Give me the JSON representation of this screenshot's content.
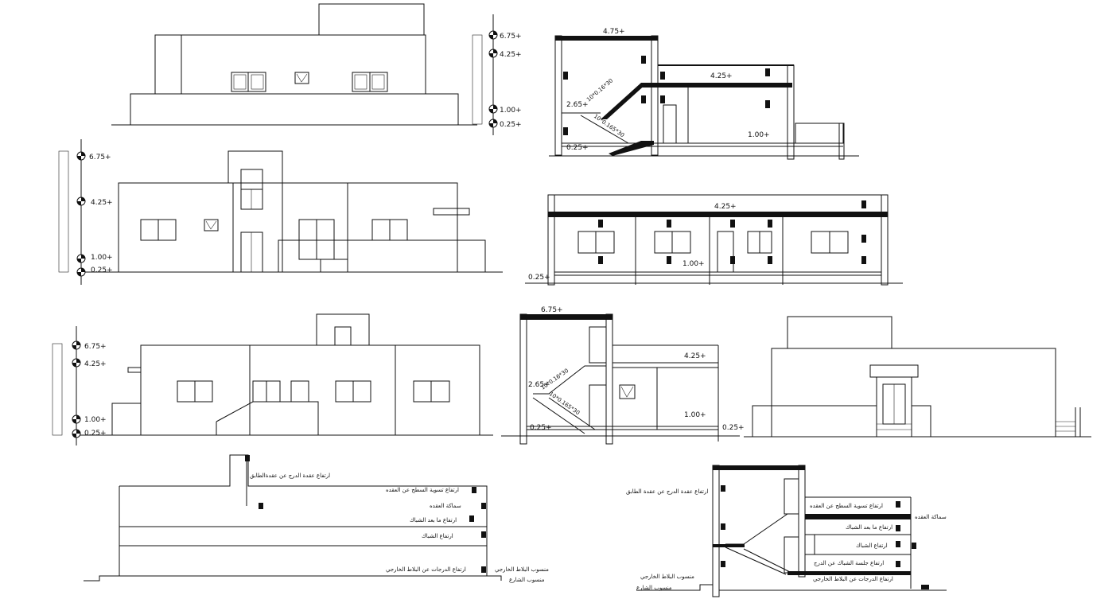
{
  "levels": {
    "l675": "6.75+",
    "l425": "4.25+",
    "l100": "1.00+",
    "l025": "0.25+",
    "l475": "4.75+",
    "l265": "2.65+"
  },
  "stair_notes": {
    "upper": "10*0.16*30",
    "lower": "10*0.165*30"
  },
  "section_labels_left": {
    "stair_head": "ارتفاع عقدة الدرج عن عقدةالطابق",
    "roof_finish": "ارتفاع تسوية السطح عن العقده",
    "slab_thickness": "سماكة العقده",
    "above_window": "ارتفاع ما بعد الشباك",
    "window_height": "ارتفاع الشباك",
    "steps_height": "ارتفاع الدرجات عن البلاط الخارجي",
    "external_tile": "منسوب البلاط الخارجي",
    "street_level": "منسوب الشارع"
  },
  "section_labels_right": {
    "stair_head": "ارتفاع عقدة الدرج عن عقدة الطابق",
    "roof_finish": "ارتفاع تسوية السطح عن العقده",
    "slab_thickness": "سماكة العقده",
    "above_window": "ارتفاع ما بعد الشباك",
    "window_height": "ارتفاع الشباك",
    "sill_height": "ارتفاع جلسة الشباك عن الدرج",
    "steps_height": "ارتفاع الدرجات عن البلاط الخارجي",
    "external_tile": "منسوب البلاط الخارجي",
    "street_level": "منسوب الشارع"
  }
}
